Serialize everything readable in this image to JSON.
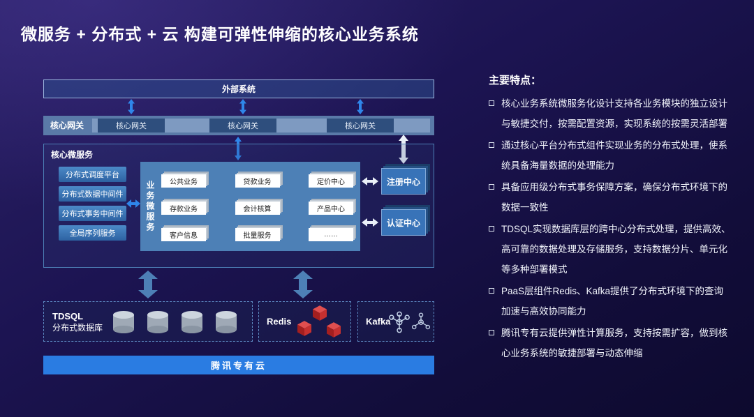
{
  "title": "微服务 + 分布式 + 云 构建可弹性伸缩的核心业务系统",
  "diagram": {
    "external_system": "外部系统",
    "gateway": {
      "label": "核心网关",
      "items": [
        "核心网关",
        "核心网关",
        "核心网关"
      ]
    },
    "core": {
      "label": "核心微服务",
      "middleware": [
        "分布式调度平台",
        "分布式数据中间件",
        "分布式事务中间件",
        "全局序列服务"
      ],
      "business_label": "业务微服务",
      "services": [
        "公共业务",
        "贷款业务",
        "定价中心",
        "存款业务",
        "会计核算",
        "产品中心",
        "客户信息",
        "批量服务",
        "……"
      ],
      "registry": "注册中心",
      "auth": "认证中心"
    },
    "data_layer": {
      "tdsql_name": "TDSQL",
      "tdsql_desc": "分布式数据库",
      "redis_name": "Redis",
      "kafka_name": "Kafka"
    },
    "cloud": "腾讯专有云"
  },
  "features": {
    "heading": "主要特点：",
    "items": [
      "核心业务系统微服务化设计支持各业务模块的独立设计与敏捷交付，按需配置资源，实现系统的按需灵活部署",
      "通过核心平台分布式组件实现业务的分布式处理，使系统具备海量数据的处理能力",
      "具备应用级分布式事务保障方案，确保分布式环境下的数据一致性",
      "TDSQL实现数据库层的跨中心分布式处理，提供高效、高可靠的数据处理及存储服务，支持数据分片、单元化等多种部署模式",
      "PaaS层组件Redis、Kafka提供了分布式环境下的查询加速与高效协同能力",
      "腾讯专有云提供弹性计算服务，支持按需扩容，做到核心业务系统的敏捷部署与动态伸缩"
    ]
  },
  "colors": {
    "accent_blue": "#2a7ce2",
    "panel_blue": "#4d80b6",
    "gateway_blue": "#5a7aa8",
    "redis_red": "#c63030"
  }
}
